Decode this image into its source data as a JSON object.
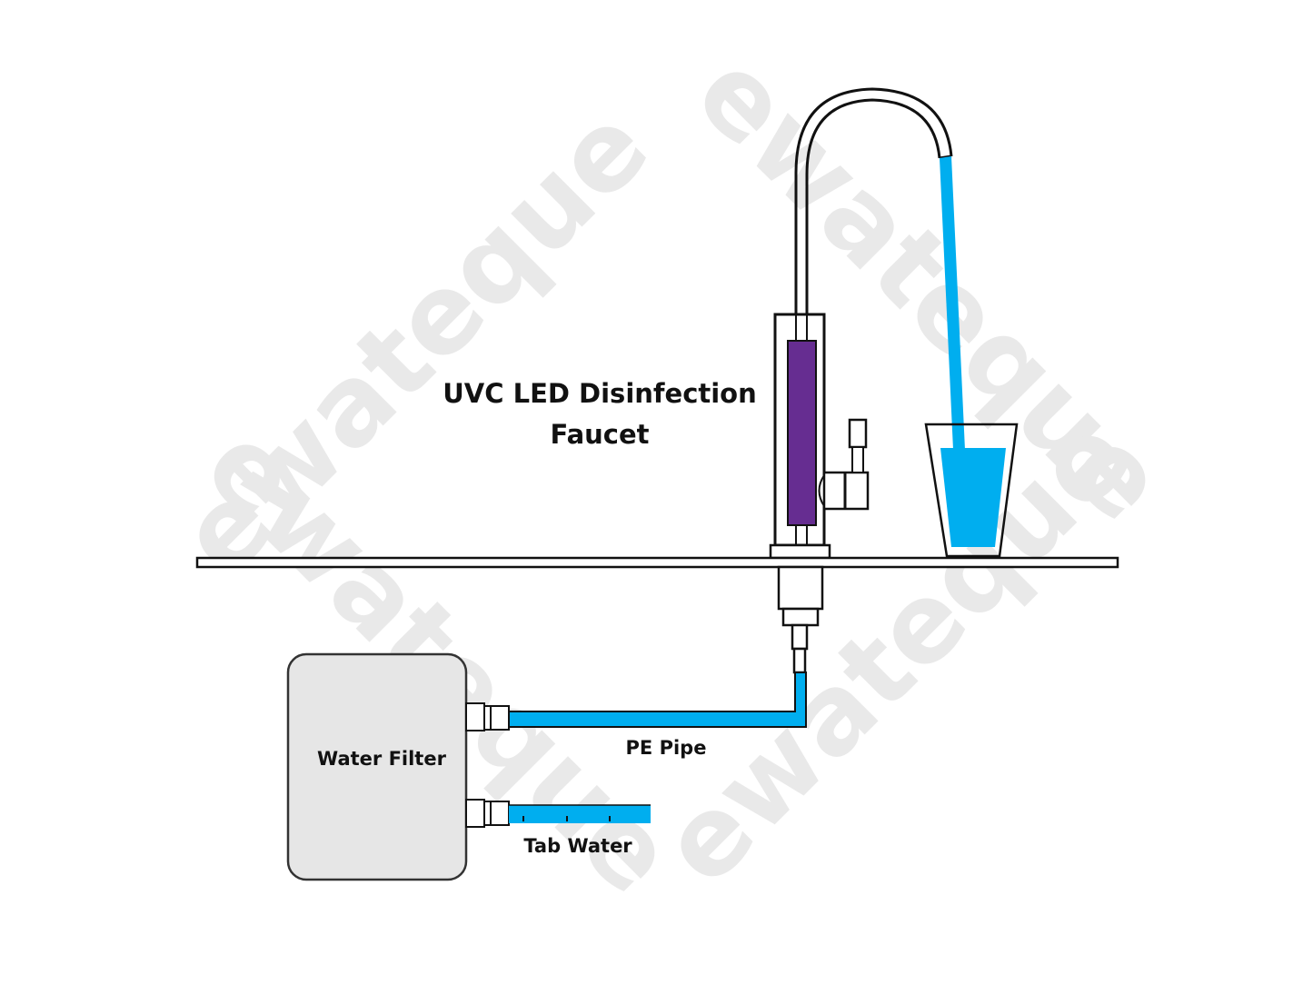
{
  "diagram": {
    "title_line1": "UVC LED Disinfection",
    "title_line2": "Faucet",
    "filter_label": "Water Filter",
    "pe_pipe_label": "PE Pipe",
    "tap_water_label": "Tab Water",
    "watermark": "ewateque"
  },
  "colors": {
    "water": "#00aeef",
    "uv_lamp": "#662d91",
    "filter_fill": "#e6e6e6",
    "outline": "#111111"
  }
}
